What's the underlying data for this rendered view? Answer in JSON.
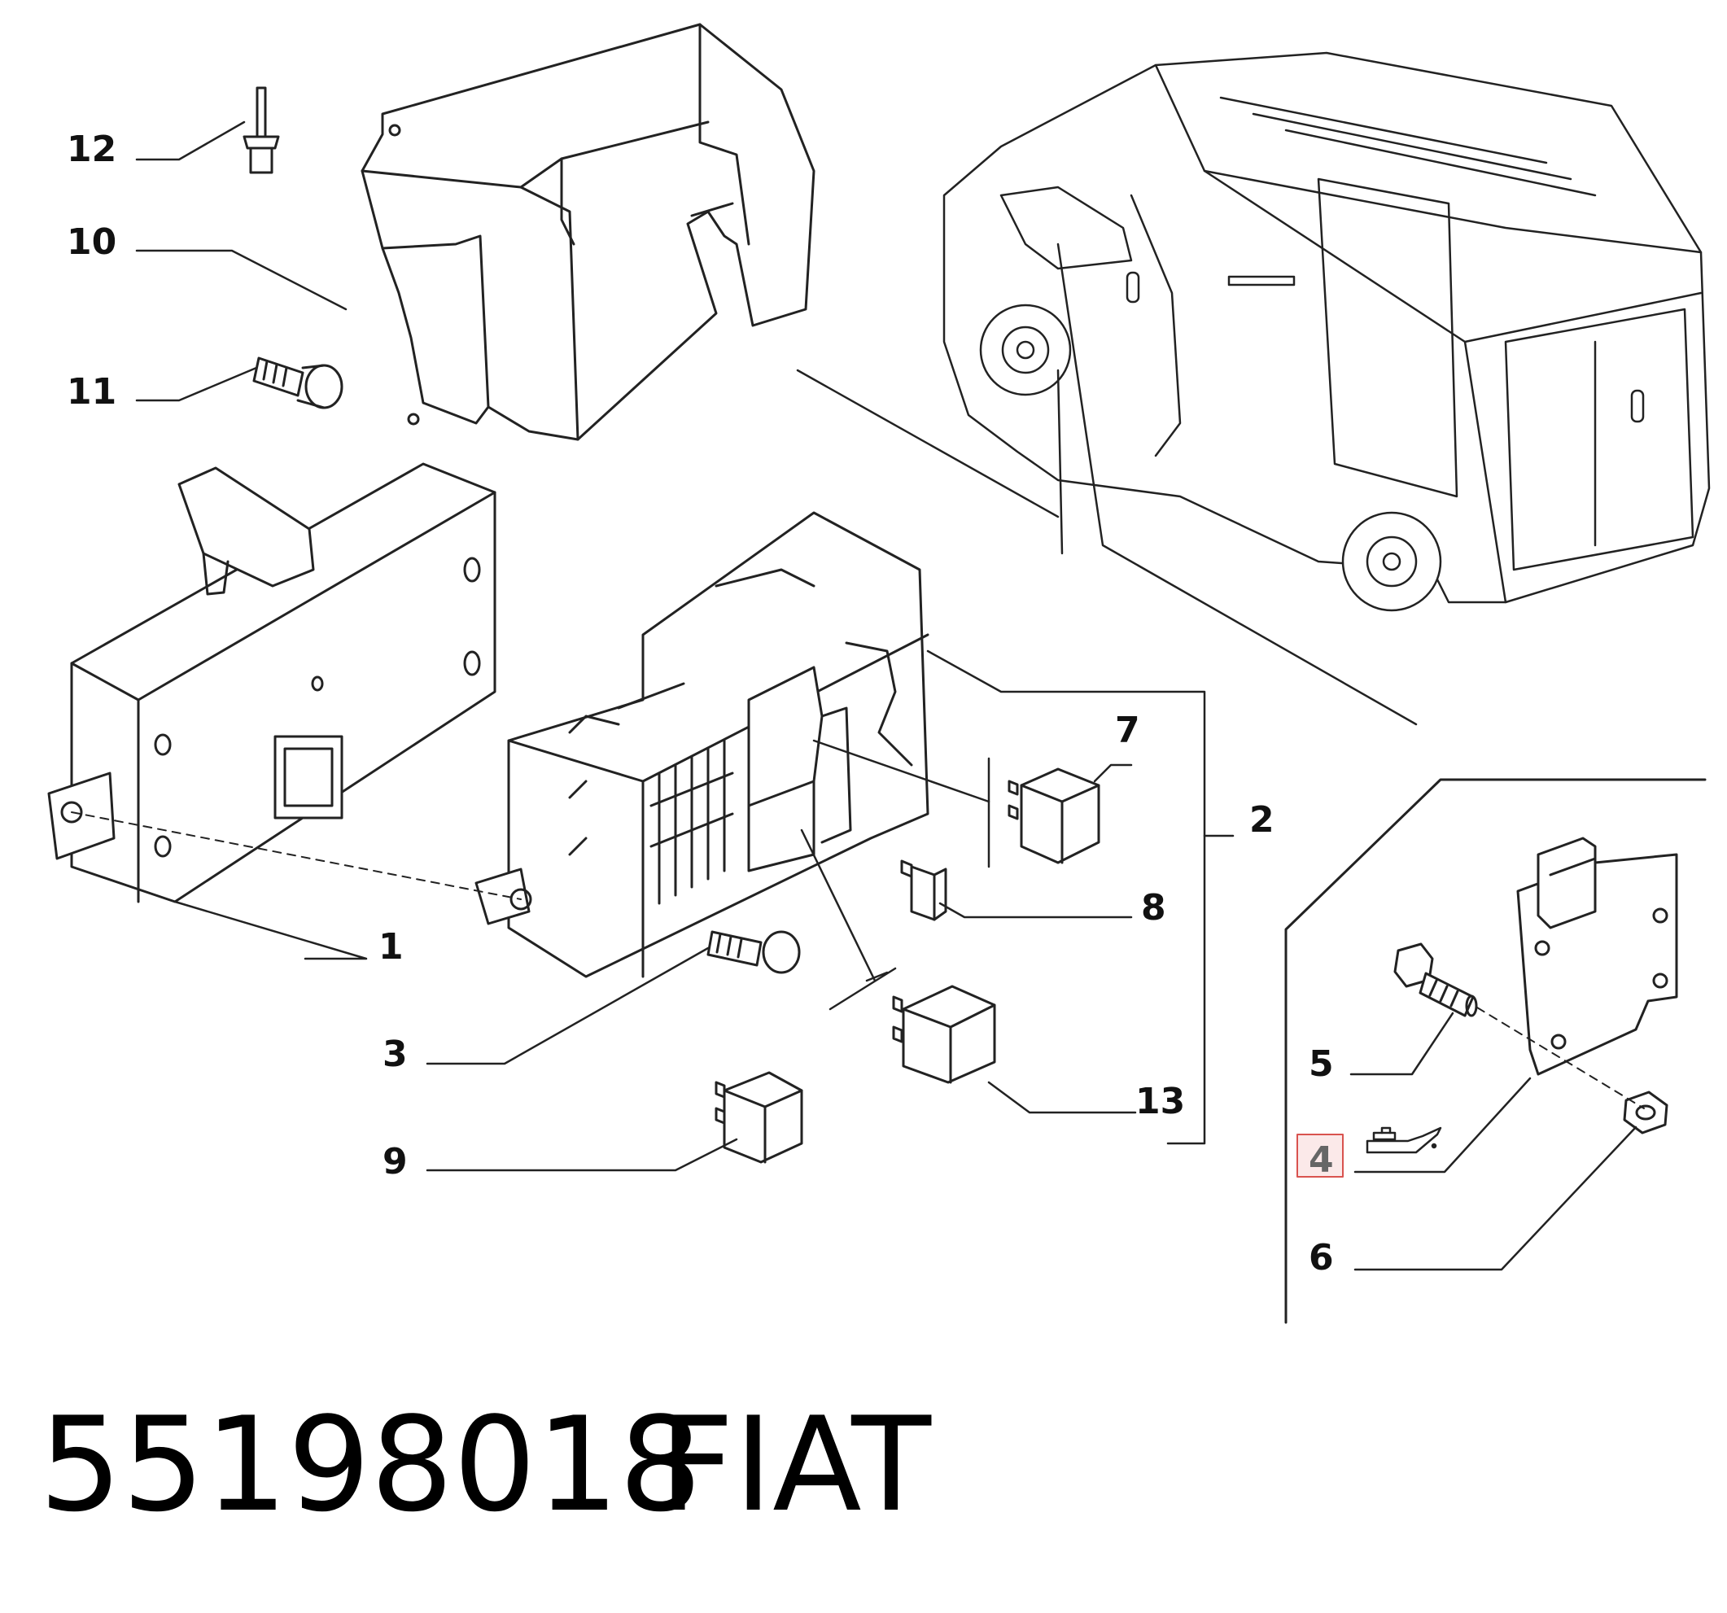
{
  "diagram": {
    "callouts": [
      {
        "id": "1",
        "label": "1"
      },
      {
        "id": "2",
        "label": "2"
      },
      {
        "id": "3",
        "label": "3"
      },
      {
        "id": "4",
        "label": "4",
        "highlighted": true,
        "oil_can_icon": "oil-can-icon"
      },
      {
        "id": "5",
        "label": "5"
      },
      {
        "id": "6",
        "label": "6"
      },
      {
        "id": "7",
        "label": "7"
      },
      {
        "id": "8",
        "label": "8"
      },
      {
        "id": "9",
        "label": "9"
      },
      {
        "id": "10",
        "label": "10"
      },
      {
        "id": "11",
        "label": "11"
      },
      {
        "id": "12",
        "label": "12"
      },
      {
        "id": "13",
        "label": "13"
      }
    ],
    "highlight_color": "#d9534f",
    "highlight_fill": "#fbe9e9"
  },
  "footer": {
    "part_number": "55198018",
    "brand": "FIAT"
  }
}
